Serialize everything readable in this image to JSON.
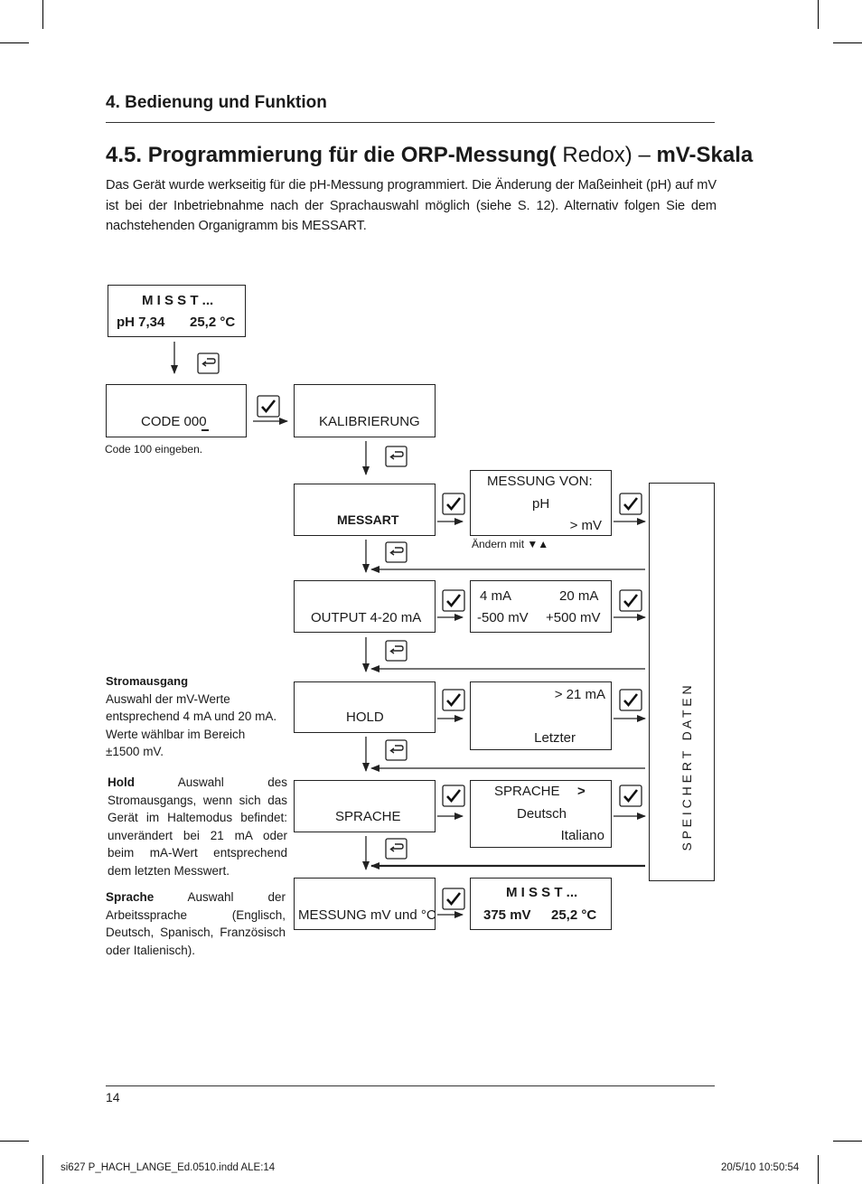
{
  "header": {
    "section": "4. Bedienung und Funktion"
  },
  "title": {
    "bold_start": "4.5. Programmierung für die ORP-Messung(",
    "normal_mid": " Redox) – ",
    "bold_end": "mV-Skala"
  },
  "intro": "Das Gerät wurde werkseitig für die pH-Messung programmiert. Die Änderung der Maßeinheit (pH) auf mV ist bei der Inbetriebnahme nach der Sprachauswahl möglich (siehe S. 12). Alternativ folgen Sie dem nachstehenden Organigramm bis MESSART.",
  "display_top": {
    "line1": "M I S S T ...",
    "ph": "pH 7,34",
    "temp": "25,2 °C"
  },
  "code": {
    "label": "CODE 000",
    "hint": "Code 100 eingeben."
  },
  "menu": {
    "kalibrierung": "KALIBRIERUNG",
    "messart": "MESSART",
    "output": "OUTPUT 4-20 mA",
    "hold": "HOLD",
    "sprache": "SPRACHE",
    "messung": "MESSUNG mV und °C"
  },
  "messung_von": {
    "title": "MESSUNG VON:",
    "ph": "pH",
    "mv": "> mV",
    "hint": "Ändern mit ▼▲"
  },
  "output_values": {
    "ma4": "4 mA",
    "ma20": "20 mA",
    "mv_low": "-500 mV",
    "mv_high": "+500 mV"
  },
  "hold_values": {
    "ma21": "> 21 mA",
    "letzter": "Letzter"
  },
  "sprache_values": {
    "title": "SPRACHE",
    "arrow": ">",
    "deutsch": "Deutsch",
    "italiano": "Italiano"
  },
  "display_bottom": {
    "line1": "M I S S T ...",
    "mv": "375 mV",
    "temp": "25,2 °C"
  },
  "speichert": "S P E I C H E R T   D A T E N",
  "notes": {
    "strom_title": "Stromausgang",
    "strom_text": "Auswahl der mV-Werte entsprechend 4 mA und 20 mA. Werte wählbar im Bereich ±1500 mV.",
    "hold_title": "Hold",
    "hold_text": " Auswahl des Stromausgangs, wenn sich das Gerät im Haltemodus befindet: unverändert bei 21 mA oder beim mA-Wert entsprechend dem letzten Messwert.",
    "sprache_title": "Sprache",
    "sprache_text": " Auswahl der Arbeitssprache (Englisch, Deutsch, Spanisch, Französisch oder Italienisch)."
  },
  "page_number": "14",
  "footer": {
    "file": "si627 P_HACH_LANGE_Ed.0510.indd   ALE:14",
    "date": "20/5/10   10:50:54"
  },
  "icons": {
    "confirm": "check-icon",
    "back": "return-icon"
  }
}
